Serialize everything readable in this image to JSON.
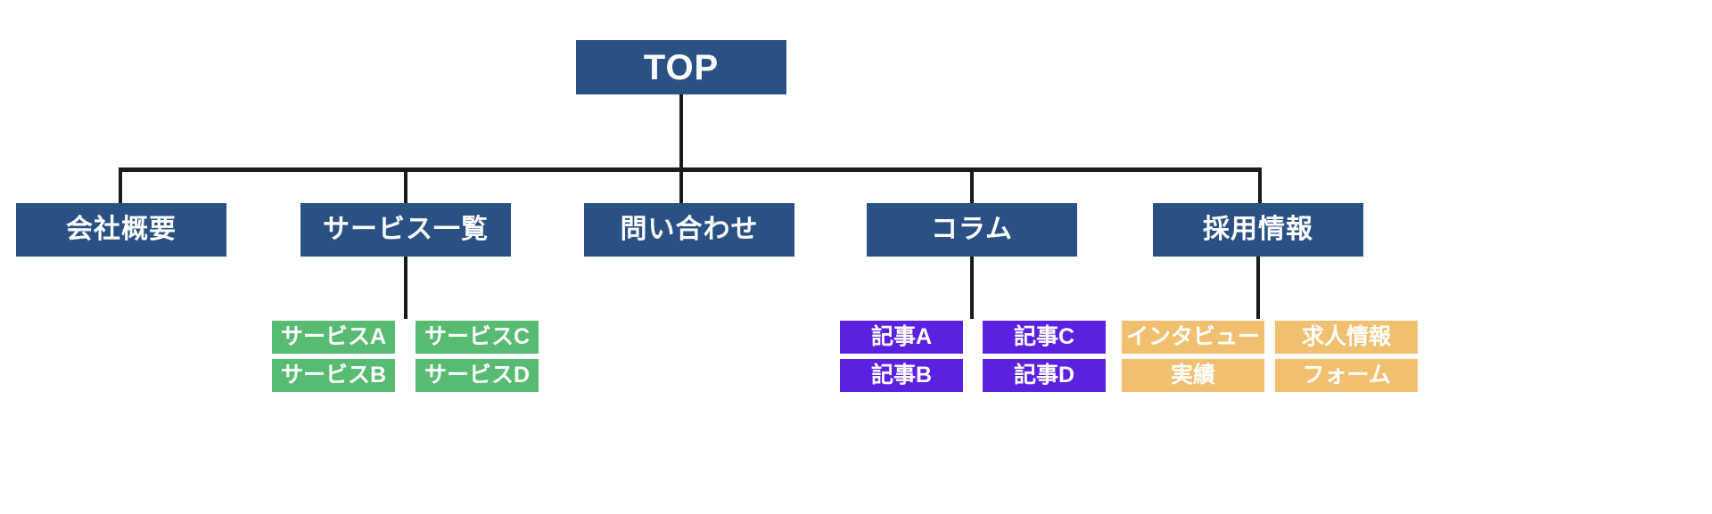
{
  "diagram": {
    "type": "sitemap-tree",
    "title_text": "",
    "colors": {
      "root": "#2A5184",
      "level2": "#2A5184",
      "service_leaf": "#57BB72",
      "article_leaf": "#5B21E0",
      "recruit_leaf": "#F0C070",
      "connector": "#1a1a1a",
      "background": "#ffffff",
      "node_text": "#ffffff"
    }
  },
  "root": {
    "label": "TOP"
  },
  "level2": [
    {
      "label": "会社概要"
    },
    {
      "label": "サービス一覧"
    },
    {
      "label": "問い合わせ"
    },
    {
      "label": "コラム"
    },
    {
      "label": "採用情報"
    }
  ],
  "services": [
    {
      "label": "サービスA"
    },
    {
      "label": "サービスB"
    },
    {
      "label": "サービスC"
    },
    {
      "label": "サービスD"
    }
  ],
  "articles": [
    {
      "label": "記事A"
    },
    {
      "label": "記事B"
    },
    {
      "label": "記事C"
    },
    {
      "label": "記事D"
    }
  ],
  "recruit": [
    {
      "label": "インタビュー"
    },
    {
      "label": "実績"
    },
    {
      "label": "求人情報"
    },
    {
      "label": "フォーム"
    }
  ]
}
